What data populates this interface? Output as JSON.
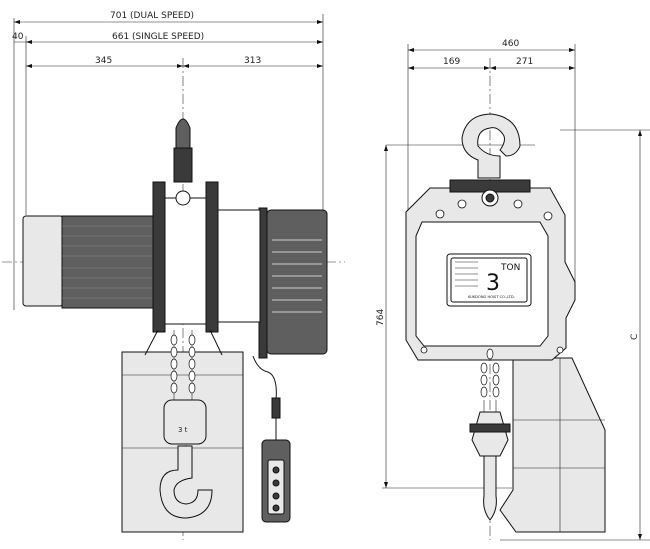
{
  "front_view": {
    "dim_dual_speed": "701 (DUAL SPEED)",
    "dim_single_speed": "661 (SINGLE SPEED)",
    "dim_offset": "40",
    "dim_left": "345",
    "dim_right": "313",
    "hook_block_label": "3 t"
  },
  "side_view": {
    "dim_overall_width": "460",
    "dim_left": "169",
    "dim_right": "271",
    "dim_height": "764",
    "dim_c": "C",
    "nameplate_capacity": "3",
    "nameplate_unit": "TON",
    "nameplate_maker": "KUKDONG HOIST CO.,LTD."
  }
}
